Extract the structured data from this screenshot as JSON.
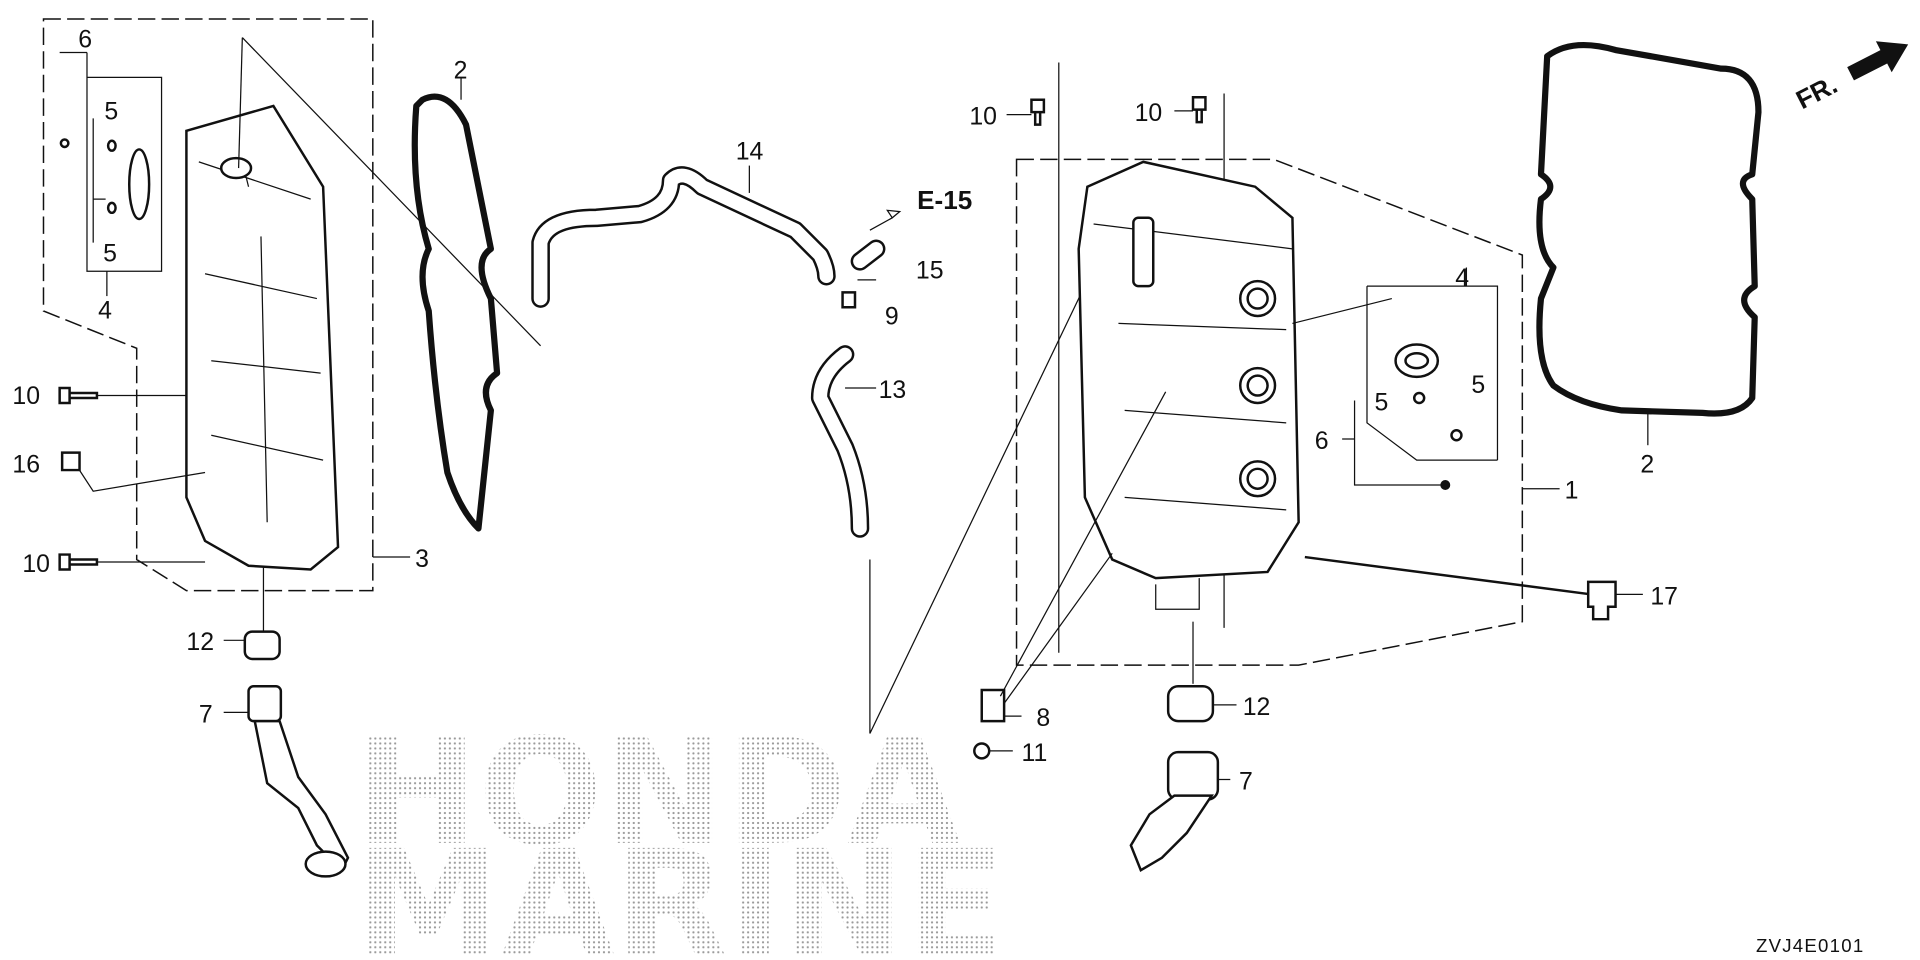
{
  "diagram": {
    "code": "ZVJ4E0101",
    "reference": "E-15",
    "direction": "FR.",
    "watermark": [
      "HONDA",
      "MARINE"
    ],
    "callouts": {
      "left_6": "6",
      "left_5a": "5",
      "left_5b": "5",
      "left_4": "4",
      "left_10a": "10",
      "left_16": "16",
      "left_10b": "10",
      "left_3": "3",
      "left_12": "12",
      "left_7": "7",
      "left_2": "2",
      "hose_14": "14",
      "hose_15": "15",
      "hose_9": "9",
      "hose_13": "13",
      "right_10a": "10",
      "right_10b": "10",
      "right_4": "4",
      "right_5a": "5",
      "right_5b": "5",
      "right_6": "6",
      "right_1": "1",
      "right_2": "2",
      "right_17": "17",
      "right_8": "8",
      "right_11": "11",
      "right_12": "12",
      "right_7": "7"
    }
  }
}
